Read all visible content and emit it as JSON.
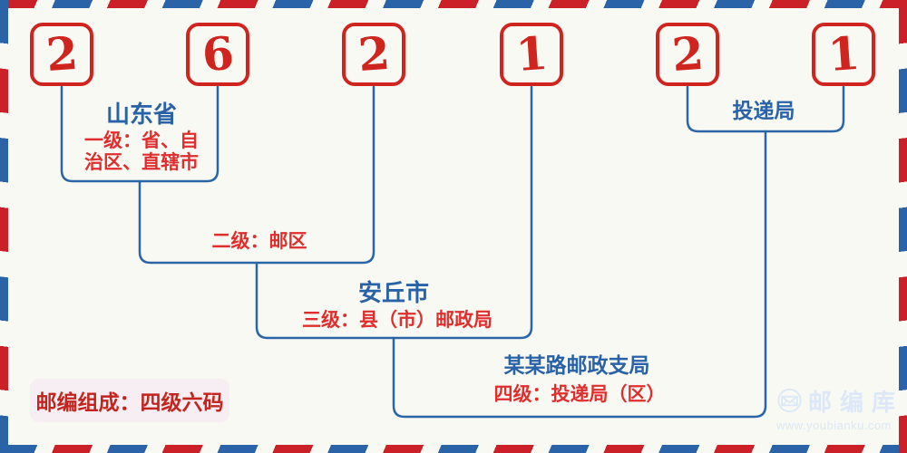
{
  "postal_code": {
    "digits": [
      "2",
      "6",
      "2",
      "1",
      "2",
      "1"
    ]
  },
  "labels": {
    "level1_name": "山东省",
    "level1_desc_line1": "一级：省、自",
    "level1_desc_line2": "治区、直辖市",
    "level2_desc": "二级：邮区",
    "level3_name": "安丘市",
    "level3_desc": "三级：县（市）邮政局",
    "level4_name": "某某路邮政支局",
    "level4_desc": "四级：投递局（区）",
    "delivery_office": "投递局"
  },
  "footer": {
    "composition_note": "邮编组成：四级六码"
  },
  "branding": {
    "site_name": "邮编库",
    "site_url": "www.youbianku.com",
    "icon": "envelope-in-circle-icon"
  },
  "colors": {
    "digit_red": "#d0241f",
    "text_red": "#e02e2e",
    "line_blue": "#2a65a8",
    "text_blue": "#2a62a8",
    "stripe_red": "#cb2027",
    "stripe_blue": "#2b63a8",
    "background": "#f9f9f3",
    "badge_background": "#f6eef2",
    "badge_text": "#c3241e",
    "watermark": "#dce7f7"
  }
}
